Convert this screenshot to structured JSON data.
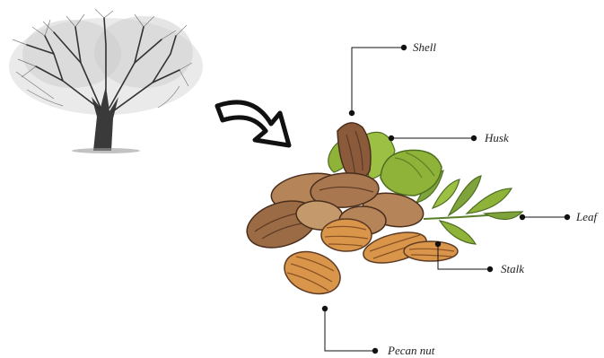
{
  "labels": {
    "shell": "Shell",
    "husk": "Husk",
    "leaf": "Leaf",
    "stalk": "Stalk",
    "pecan_nut": "Pecan nut"
  },
  "colors": {
    "shell_dark": "#8a5a3b",
    "shell_light": "#c49a6c",
    "husk_green": "#8fb339",
    "leaf_green": "#7ea33b",
    "kernel": "#d9954a",
    "leader_line": "#111111"
  },
  "icons": {
    "tree": "pecan-tree-illustration",
    "arrow": "curved-arrow-icon"
  }
}
